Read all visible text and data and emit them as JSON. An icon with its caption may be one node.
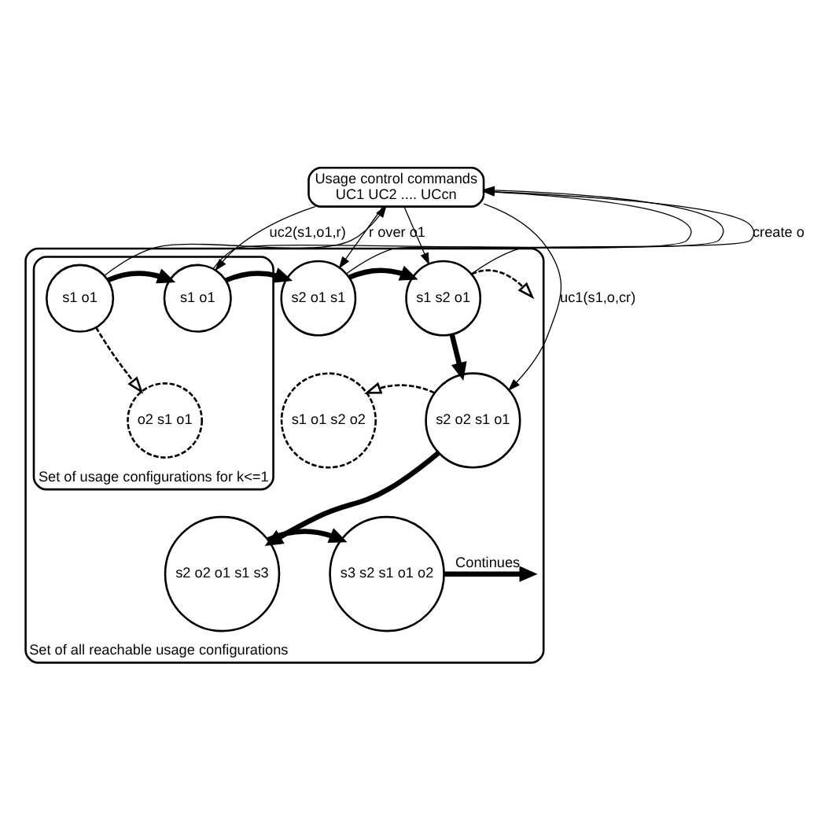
{
  "diagram": {
    "nodes": [
      {
        "text": [
          "Usage control commands",
          "UC1 UC2 .... UCcn"
        ]
      },
      {
        "text": [
          "Set of all reachable usage configurations"
        ]
      },
      {
        "text": [
          "Set of usage configurations for k<=1"
        ],
        "in": 1
      },
      {
        "text": [
          "s1 o1"
        ],
        "in": 2
      },
      {
        "text": [
          "s1 o1"
        ],
        "in": 2
      },
      {
        "text": [
          "o2 s1 o1"
        ],
        "in": 2
      },
      {
        "text": [
          "s2 o1 s1"
        ],
        "in": 1
      },
      {
        "text": [
          "s1 s2 o1"
        ],
        "in": 1
      },
      {
        "text": [
          "s2 o2 s1 o1"
        ],
        "in": 1
      },
      {
        "text": [
          "s1 o1 s2 o2"
        ],
        "in": 1
      },
      {
        "text": [
          "s2 o2 o1 s1 s3"
        ],
        "in": 1
      },
      {
        "text": [
          "s3 s2 s1 o1 o2"
        ],
        "in": 1
      }
    ],
    "edges": [
      {
        "from": 3,
        "to": 0,
        "arrow": "to",
        "label": "r over o1"
      },
      {
        "from": 0,
        "to": 4,
        "arrow": "to",
        "label": "uc2(s1,o1,r)"
      },
      {
        "from": 4,
        "to": 0,
        "arrow": "to"
      },
      {
        "from": 0,
        "to": 6,
        "arrow": "to"
      },
      {
        "from": 6,
        "to": 0,
        "arrow": "to"
      },
      {
        "from": 0,
        "to": 7,
        "arrow": "to"
      },
      {
        "from": 7,
        "to": 0,
        "arrow": "to",
        "label": "create o"
      },
      {
        "from": 0,
        "to": 8,
        "arrow": "to",
        "label": "uc1(s1,o,cr)"
      },
      {
        "from": 3,
        "to": 4,
        "arrow": "to",
        "style": "thick"
      },
      {
        "from": 4,
        "to": 6,
        "arrow": "to",
        "style": "thick"
      },
      {
        "from": 6,
        "to": 7,
        "arrow": "to",
        "style": "thick"
      },
      {
        "from": 7,
        "to": 8,
        "arrow": "to",
        "style": "thick"
      },
      {
        "from": 8,
        "to": 10,
        "arrow": "to",
        "style": "thick"
      },
      {
        "from": 10,
        "to": 11,
        "arrow": "to",
        "style": "thick"
      },
      {
        "from": 11,
        "to": null,
        "arrow": "to",
        "style": "thick",
        "label": "Continues"
      },
      {
        "from": 3,
        "to": 5,
        "arrow": "to",
        "style": "dashed"
      },
      {
        "from": 7,
        "to": null,
        "arrow": "to",
        "style": "dashed"
      },
      {
        "from": 8,
        "to": 9,
        "arrow": "to",
        "style": "dashed"
      }
    ]
  }
}
